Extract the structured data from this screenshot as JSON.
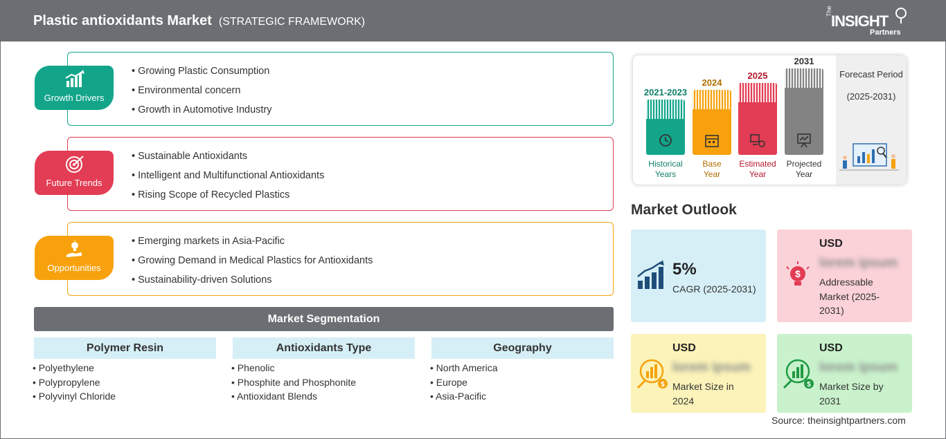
{
  "header": {
    "title": "Plastic antioxidants Market",
    "subtitle": "(STRATEGIC FRAMEWORK)",
    "logo": {
      "the": "The",
      "main": "INSIGHT",
      "partners": "Partners"
    }
  },
  "categories": [
    {
      "label": "Growth Drivers",
      "color": "#12a58a",
      "icon": "chart-growth-icon",
      "items": [
        "Growing Plastic Consumption",
        "Environmental concern",
        "Growth in Automotive Industry"
      ]
    },
    {
      "label": "Future Trends",
      "color": "#e23d54",
      "icon": "target-icon",
      "items": [
        "Sustainable Antioxidants",
        "Intelligent and Multifunctional Antioxidants",
        "Rising Scope of Recycled Plastics"
      ]
    },
    {
      "label": "Opportunities",
      "color": "#f7a20d",
      "icon": "lightbulb-hand-icon",
      "items": [
        "Emerging markets in Asia-Pacific",
        "Growing Demand in Medical Plastics for Antioxidants",
        "Sustainability-driven Solutions"
      ]
    }
  ],
  "segmentation": {
    "title": "Market Segmentation",
    "columns": [
      {
        "heading": "Polymer Resin",
        "items": [
          "Polyethylene",
          "Polypropylene",
          "Polyvinyl Chloride"
        ]
      },
      {
        "heading": "Antioxidants Type",
        "items": [
          "Phenolic",
          "Phosphite and Phosphonite",
          "Antioxidant Blends"
        ]
      },
      {
        "heading": "Geography",
        "items": [
          "North America",
          "Europe",
          "Asia-Pacific"
        ]
      }
    ]
  },
  "timeline": {
    "forecast_title": "Forecast Period",
    "forecast_range": "(2025-2031)",
    "periods": [
      {
        "year": "2021-2023",
        "label_1": "Historical",
        "label_2": "Years",
        "color": "#12a58a",
        "label_color": "#0f7f6a",
        "icon": "history-icon"
      },
      {
        "year": "2024",
        "label_1": "Base",
        "label_2": "Year",
        "color": "#f7a20d",
        "label_color": "#b06e00",
        "icon": "calendar-icon"
      },
      {
        "year": "2025",
        "label_1": "Estimated",
        "label_2": "Year",
        "color": "#e23d54",
        "label_color": "#b5172d",
        "icon": "estimate-icon"
      },
      {
        "year": "2031",
        "label_1": "Projected",
        "label_2": "Year",
        "color": "#838383",
        "label_color": "#333333",
        "icon": "presentation-icon"
      }
    ]
  },
  "outlook": {
    "title": "Market Outlook",
    "cagr": {
      "value": "5%",
      "label": "CAGR (2025-2031)",
      "bg": "#d6eff7"
    },
    "addressable": {
      "currency": "USD",
      "value": "lorem ipsum",
      "label_1": "Addressable",
      "label_2": "Market (2025-",
      "label_3": "2031)",
      "bg": "#fad2d8"
    },
    "size_2024": {
      "currency": "USD",
      "value": "lorem ipsum",
      "label_1": "Market Size in",
      "label_2": "2024",
      "bg": "#fbf3b9"
    },
    "size_2031": {
      "currency": "USD",
      "value": "lorem ipsum",
      "label_1": "Market Size by",
      "label_2": "2031",
      "bg": "#c9f2cc"
    }
  },
  "source": "Source: theinsightpartners.com"
}
